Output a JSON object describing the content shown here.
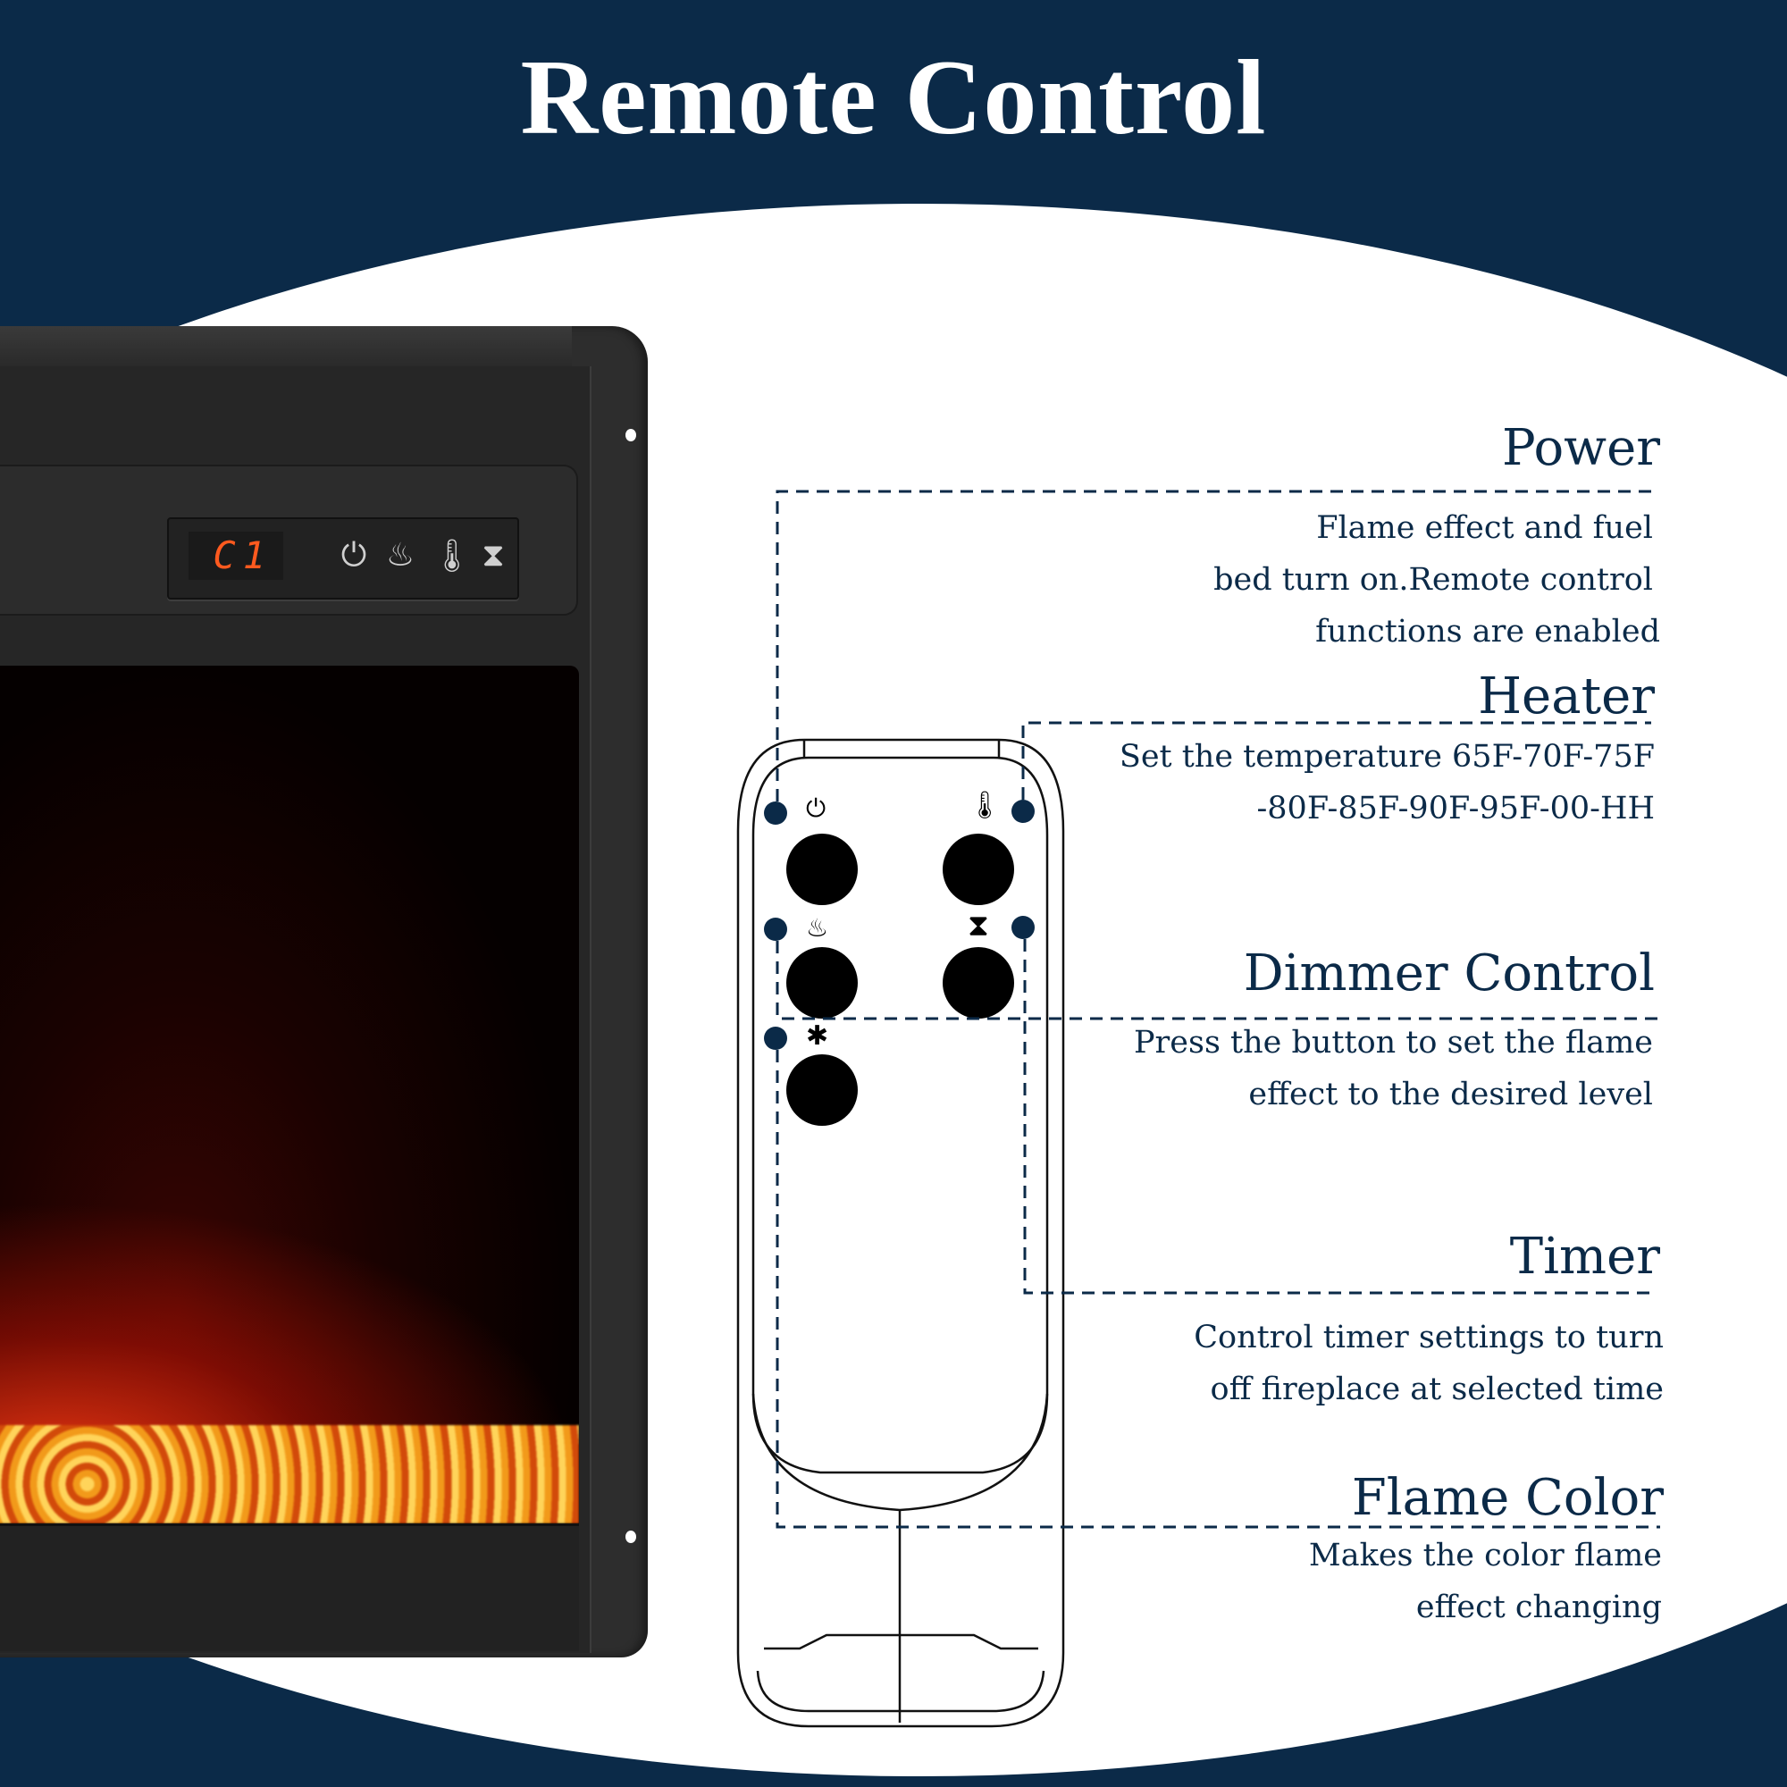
{
  "header": {
    "title": "Remote Control"
  },
  "colors": {
    "navy": "#0b2a48",
    "white": "#ffffff",
    "led": "#ff5a1f",
    "fireplace": "#2d2d2d"
  },
  "fireplace": {
    "display_value": "C1",
    "panel_icons": [
      "power-icon",
      "flame-icon",
      "thermometer-icon",
      "hourglass-icon"
    ],
    "panel_glyphs": [
      "⏻",
      "♨",
      "🌡",
      "⧗"
    ]
  },
  "remote": {
    "buttons": [
      {
        "name": "power",
        "icon": "power-icon",
        "glyph": "⏻"
      },
      {
        "name": "heater",
        "icon": "thermometer-icon",
        "glyph": "🌡"
      },
      {
        "name": "dimmer",
        "icon": "flame-icon",
        "glyph": "♨"
      },
      {
        "name": "timer",
        "icon": "hourglass-icon",
        "glyph": "⧗"
      },
      {
        "name": "flame-color",
        "icon": "light-bulb-icon",
        "glyph": "✱"
      }
    ]
  },
  "callouts": [
    {
      "title": "Power",
      "lines": [
        "Flame effect and fuel",
        "bed turn on.Remote control",
        "functions are enabled"
      ]
    },
    {
      "title": "Heater",
      "lines": [
        "Set the temperature 65F-70F-75F",
        "-80F-85F-90F-95F-00-HH"
      ]
    },
    {
      "title": "Dimmer Control",
      "lines": [
        "Press the button to set the flame",
        "effect to the desired level"
      ]
    },
    {
      "title": "Timer",
      "lines": [
        "Control timer settings to turn",
        "off fireplace at selected time"
      ]
    },
    {
      "title": "Flame Color",
      "lines": [
        "Makes the color flame",
        "effect changing"
      ]
    }
  ]
}
